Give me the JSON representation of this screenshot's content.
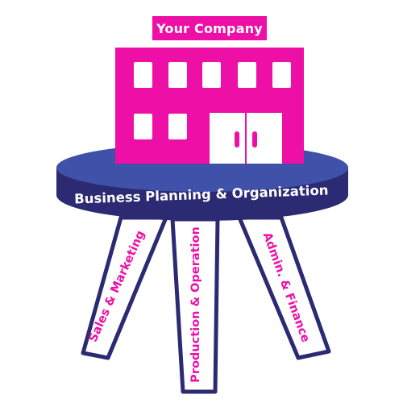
{
  "company": {
    "label": "Your Company"
  },
  "table": {
    "top_label": "Business Planning & Organization"
  },
  "legs": [
    {
      "label": "Sales & Marketing"
    },
    {
      "label": "Production & Operation"
    },
    {
      "label": "Admin. & Finance"
    }
  ],
  "colors": {
    "building": "#ee0fa6",
    "table_top": "#3f51a8",
    "table_band": "#2b2a72",
    "leg_outline": "#2b2a72",
    "leg_text": "#ee0fa6",
    "window": "#ffffff"
  }
}
